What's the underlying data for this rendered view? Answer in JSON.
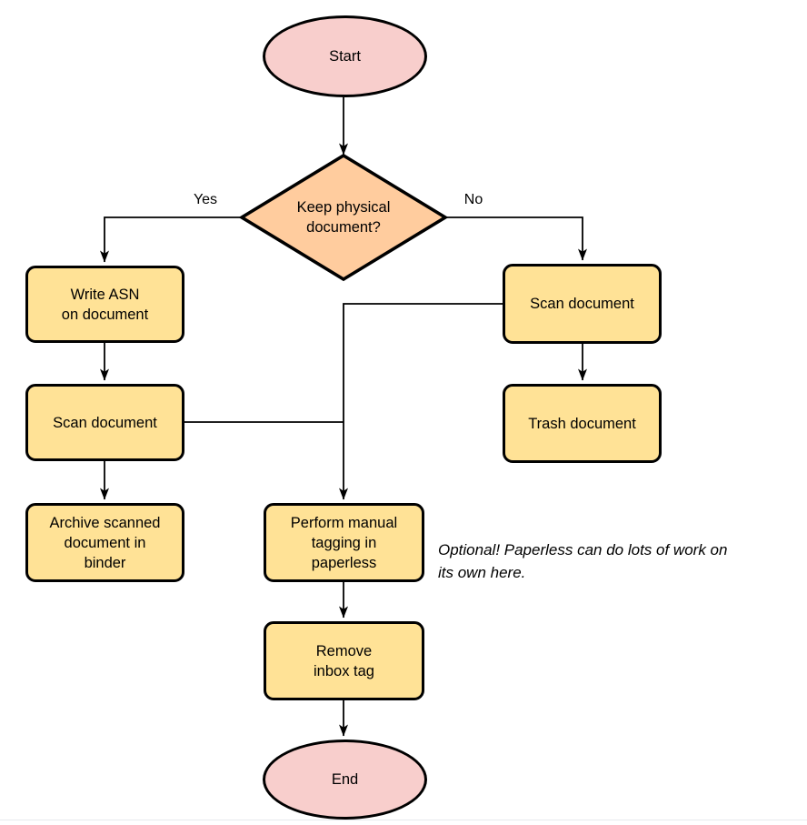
{
  "diagram": {
    "type": "flowchart",
    "nodes": {
      "start": {
        "label": "Start",
        "shape": "terminator"
      },
      "decision": {
        "label": "Keep physical\ndocument?",
        "shape": "decision"
      },
      "write_asn": {
        "label": "Write ASN\non document",
        "shape": "process"
      },
      "scan_left": {
        "label": "Scan document",
        "shape": "process"
      },
      "archive": {
        "label": "Archive scanned\ndocument in\nbinder",
        "shape": "process"
      },
      "scan_right": {
        "label": "Scan document",
        "shape": "process"
      },
      "trash": {
        "label": "Trash document",
        "shape": "process"
      },
      "tagging": {
        "label": "Perform manual\ntagging in\npaperless",
        "shape": "process"
      },
      "remove_inbox": {
        "label": "Remove\ninbox tag",
        "shape": "process"
      },
      "end": {
        "label": "End",
        "shape": "terminator"
      }
    },
    "edge_labels": {
      "yes": "Yes",
      "no": "No"
    },
    "note": "Optional! Paperless can do lots of work on\nits own here.",
    "colors": {
      "terminator_fill": "#f8cecc",
      "decision_fill": "#ffcc9e",
      "process_fill": "#ffe296",
      "stroke": "#000000",
      "text": "#000000"
    }
  }
}
